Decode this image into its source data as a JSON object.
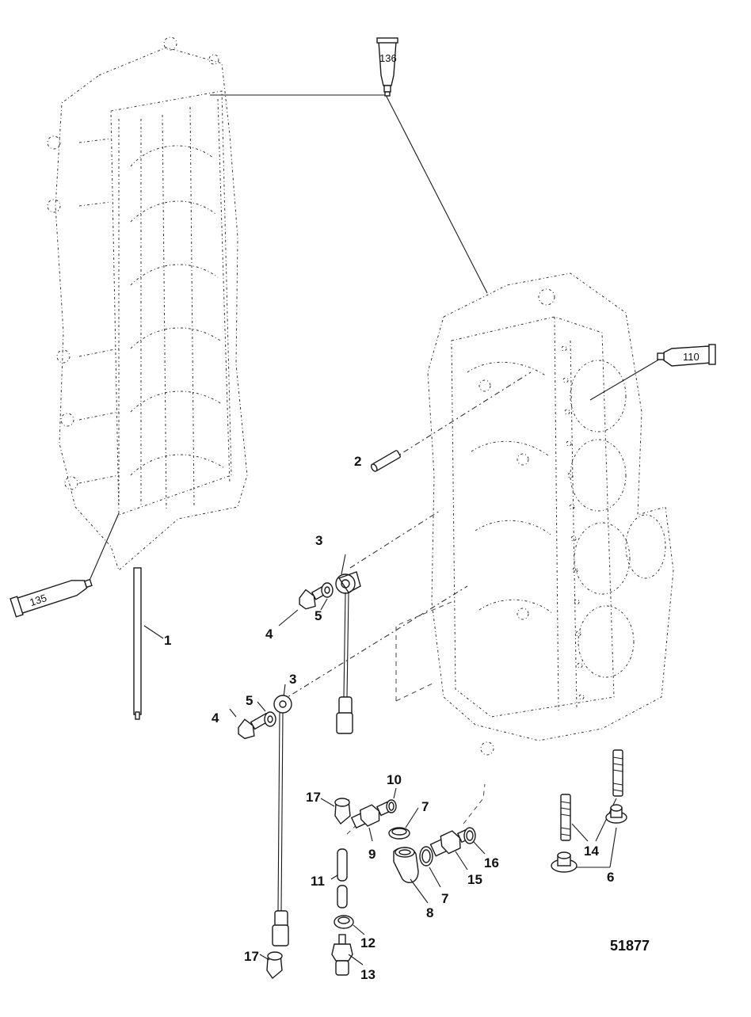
{
  "diagram": {
    "figure_number": "51877",
    "sealant_tubes": [
      {
        "id": "tube-136",
        "label": "136"
      },
      {
        "id": "tube-110",
        "label": "110"
      },
      {
        "id": "tube-135",
        "label": "135"
      }
    ],
    "callouts": [
      {
        "id": "c1",
        "text": "1"
      },
      {
        "id": "c2",
        "text": "2"
      },
      {
        "id": "c3a",
        "text": "3"
      },
      {
        "id": "c3b",
        "text": "3"
      },
      {
        "id": "c4a",
        "text": "4"
      },
      {
        "id": "c4b",
        "text": "4"
      },
      {
        "id": "c5a",
        "text": "5"
      },
      {
        "id": "c5b",
        "text": "5"
      },
      {
        "id": "c6",
        "text": "6"
      },
      {
        "id": "c7a",
        "text": "7"
      },
      {
        "id": "c7b",
        "text": "7"
      },
      {
        "id": "c8",
        "text": "8"
      },
      {
        "id": "c9",
        "text": "9"
      },
      {
        "id": "c10",
        "text": "10"
      },
      {
        "id": "c11",
        "text": "11"
      },
      {
        "id": "c12",
        "text": "12"
      },
      {
        "id": "c13",
        "text": "13"
      },
      {
        "id": "c14",
        "text": "14"
      },
      {
        "id": "c15",
        "text": "15"
      },
      {
        "id": "c16",
        "text": "16"
      },
      {
        "id": "c17a",
        "text": "17"
      },
      {
        "id": "c17b",
        "text": "17"
      }
    ]
  }
}
